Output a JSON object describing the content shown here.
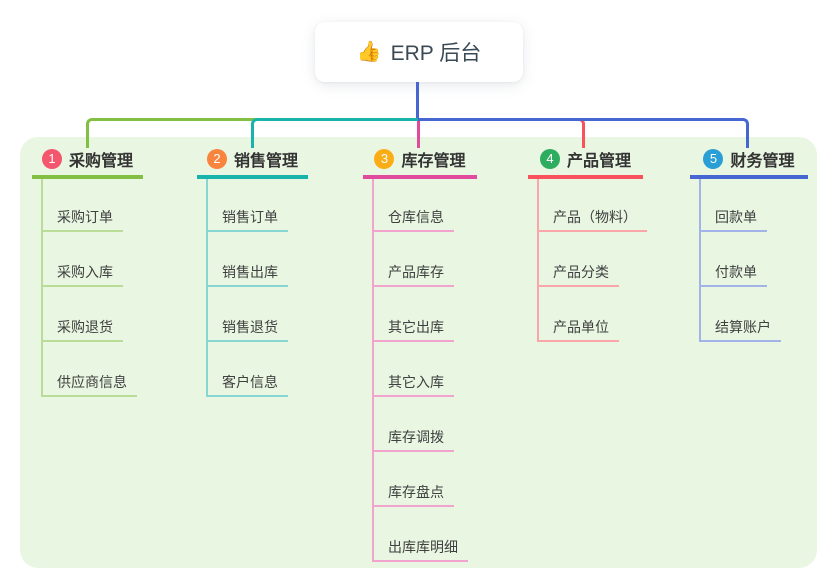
{
  "root": {
    "icon": "👍",
    "label": "ERP 后台"
  },
  "colors": {
    "canvas-bg": "#ffffff",
    "panel-bg": "#e9f6e2",
    "root-line": "#4667d2",
    "root-text": "#3a4a55",
    "branch-text": "#333333",
    "node-text": "#404040",
    "branch1": "#82c043",
    "branch1-light": "#b9dd97",
    "badge1": "#f4566e",
    "branch2": "#18b4ac",
    "branch2-light": "#86d7d1",
    "badge2": "#f8843d",
    "branch3": "#e04b9d",
    "branch3-light": "#f2a4ce",
    "badge3": "#fbad18",
    "branch4": "#f8535c",
    "branch4-light": "#fba6aa",
    "badge4": "#2eac60",
    "branch5": "#4667d2",
    "branch5-light": "#a2b3e8",
    "badge5": "#2a9fd6"
  },
  "branches": [
    {
      "num": "1",
      "label": "采购管理",
      "children": [
        "采购订单",
        "采购入库",
        "采购退货",
        "供应商信息"
      ]
    },
    {
      "num": "2",
      "label": "销售管理",
      "children": [
        "销售订单",
        "销售出库",
        "销售退货",
        "客户信息"
      ]
    },
    {
      "num": "3",
      "label": "库存管理",
      "children": [
        "仓库信息",
        "产品库存",
        "其它出库",
        "其它入库",
        "库存调拨",
        "库存盘点",
        "出库库明细"
      ]
    },
    {
      "num": "4",
      "label": "产品管理",
      "children": [
        "产品（物料）",
        "产品分类",
        "产品单位"
      ]
    },
    {
      "num": "5",
      "label": "财务管理",
      "children": [
        "回款单",
        "付款单",
        "结算账户"
      ]
    }
  ]
}
